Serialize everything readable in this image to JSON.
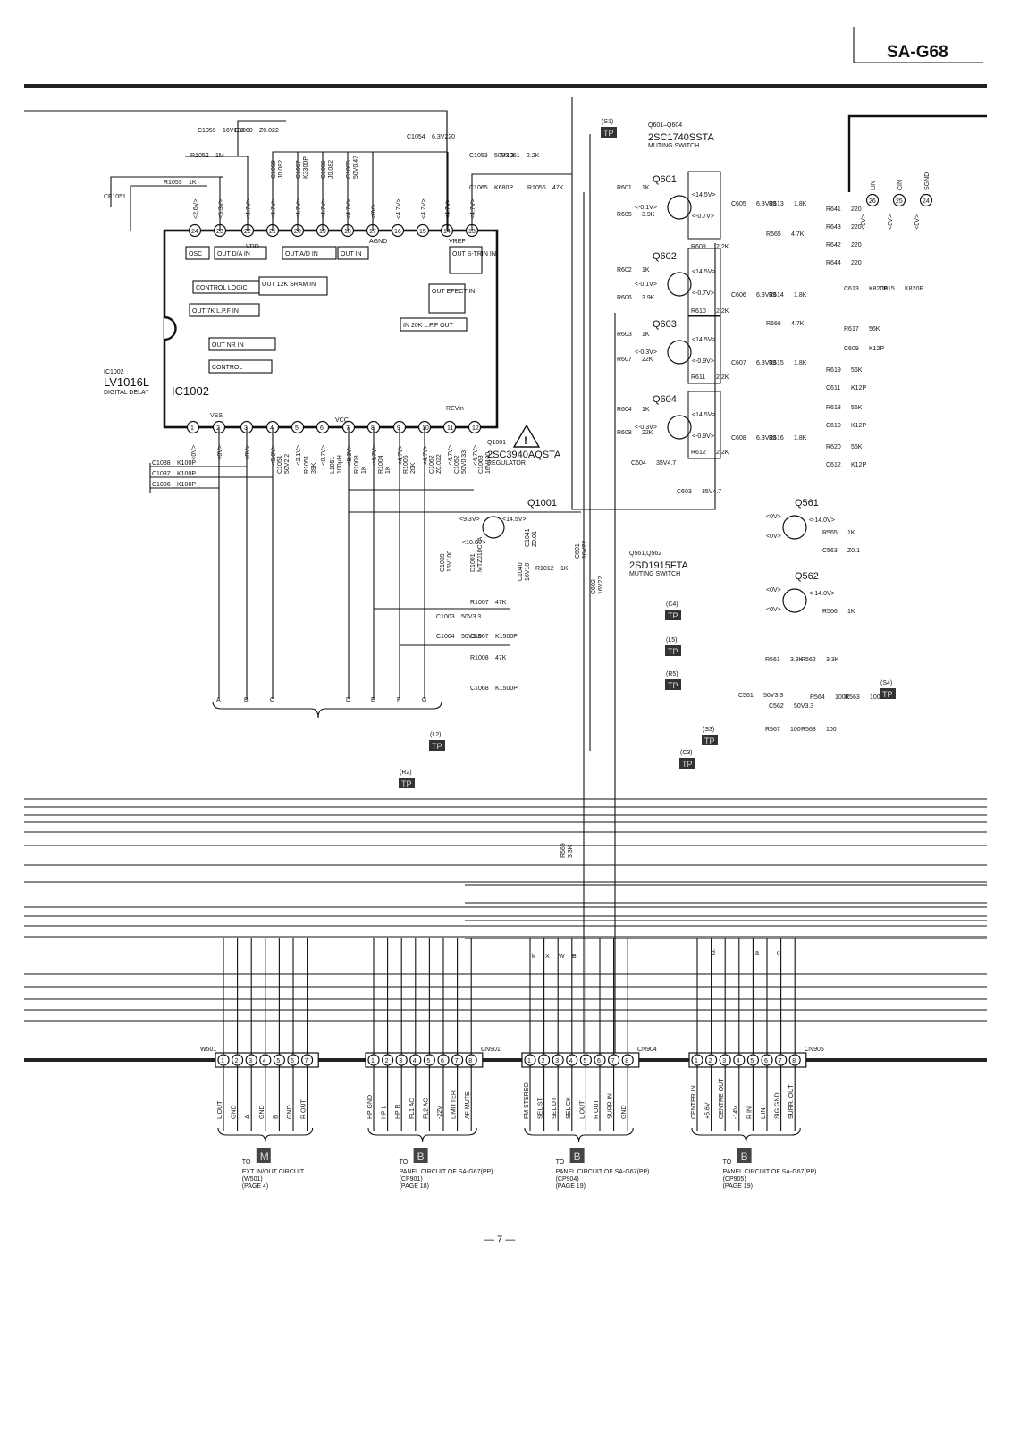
{
  "header": {
    "model": "SA-G68"
  },
  "footer": {
    "page_number": "— 7 —"
  },
  "ic1002": {
    "ref": "IC1002",
    "part": "LV1016L",
    "function": "DIGITAL DELAY",
    "inner_label": "IC1002",
    "blocks": [
      "OSC",
      "OUT D/A IN",
      "OUT A/D IN",
      "OUT IN",
      "OUT S-TRIN IN",
      "CONTROL LOGIC",
      "OUT 12K SRAM IN",
      "OUT EFECT IN",
      "OUT 7K L.P.F IN",
      "IN 20K L.P.F OUT",
      "OUT NR IN",
      "CONTROL"
    ],
    "pin_labels": {
      "vdd": "VDD",
      "agnd": "AGND",
      "vref": "VREF",
      "vss": "VSS",
      "vcc": "VCC",
      "revin": "REVin"
    },
    "top_pins": [
      {
        "n": "24",
        "v": "<2.6V>"
      },
      {
        "n": "23",
        "v": "<5.3V>"
      },
      {
        "n": "22",
        "v": "<4.7V>"
      },
      {
        "n": "21",
        "v": "<4.7V>"
      },
      {
        "n": "20",
        "v": "<4.7V>"
      },
      {
        "n": "19",
        "v": "<4.7V>"
      },
      {
        "n": "18",
        "v": "<4.7V>"
      },
      {
        "n": "17",
        "v": "<0V>"
      },
      {
        "n": "16",
        "v": "<4.7V>"
      },
      {
        "n": "15",
        "v": "<4.7V>"
      },
      {
        "n": "14",
        "v": "<4.7V>"
      },
      {
        "n": "13",
        "v": "<4.7V>"
      }
    ],
    "bottom_pins": [
      {
        "n": "1",
        "v": "<0V>"
      },
      {
        "n": "2",
        "v": "<0V>"
      },
      {
        "n": "3",
        "v": "<0V>"
      },
      {
        "n": "4",
        "v": "<5.0V>"
      },
      {
        "n": "5",
        "v": "<2.1V>"
      },
      {
        "n": "6",
        "v": "<0.7V>"
      },
      {
        "n": "7",
        "v": "<9.3V>"
      },
      {
        "n": "8",
        "v": "<4.7V>"
      },
      {
        "n": "9",
        "v": "<4.7V>"
      },
      {
        "n": "10",
        "v": "<4.7V>"
      },
      {
        "n": "11",
        "v": "<4.7V>"
      },
      {
        "n": "12",
        "v": "<4.7V>"
      }
    ]
  },
  "components": [
    {
      "ref": "C1059",
      "val": "16V100"
    },
    {
      "ref": "C1060",
      "val": "Z0.022"
    },
    {
      "ref": "C1054",
      "val": "6.3V220"
    },
    {
      "ref": "R1052",
      "val": "1M"
    },
    {
      "ref": "R1053",
      "val": "1K"
    },
    {
      "ref": "CF1051",
      "val": ""
    },
    {
      "ref": "C1058",
      "val": "J0.082"
    },
    {
      "ref": "C1057",
      "val": "K3300P"
    },
    {
      "ref": "C1056",
      "val": "J0.082"
    },
    {
      "ref": "C1055",
      "val": "50V0.47"
    },
    {
      "ref": "C1053",
      "val": "50V3.3"
    },
    {
      "ref": "R1061",
      "val": "2.2K"
    },
    {
      "ref": "C1065",
      "val": "K680P"
    },
    {
      "ref": "R1056",
      "val": "47K"
    },
    {
      "ref": "C1038",
      "val": "K100P"
    },
    {
      "ref": "C1037",
      "val": "K100P"
    },
    {
      "ref": "C1036",
      "val": "K100P"
    },
    {
      "ref": "C1051",
      "val": "50V2.2"
    },
    {
      "ref": "R1051",
      "val": "39K"
    },
    {
      "ref": "L1051",
      "val": "100μH"
    },
    {
      "ref": "R1003",
      "val": "1K"
    },
    {
      "ref": "R1004",
      "val": "1K"
    },
    {
      "ref": "R1005",
      "val": "20K"
    },
    {
      "ref": "C1062",
      "val": "Z0.022"
    },
    {
      "ref": "C1052",
      "val": "50V0.33"
    },
    {
      "ref": "C1063",
      "val": "16V100"
    },
    {
      "ref": "C1039",
      "val": "16V100"
    },
    {
      "ref": "D1001",
      "val": "MTZJ10CTA"
    },
    {
      "ref": "C1041",
      "val": "Z0.01"
    },
    {
      "ref": "C1040",
      "val": "16V10"
    },
    {
      "ref": "R1012",
      "val": "1K"
    },
    {
      "ref": "R1007",
      "val": "47K"
    },
    {
      "ref": "C1003",
      "val": "50V3.3"
    },
    {
      "ref": "C1067",
      "val": "K1500P"
    },
    {
      "ref": "C1004",
      "val": "50V3.3"
    },
    {
      "ref": "R1008",
      "val": "47K"
    },
    {
      "ref": "C1068",
      "val": "K1500P"
    },
    {
      "ref": "C601",
      "val": "16V22"
    },
    {
      "ref": "C602",
      "val": "16V22"
    },
    {
      "ref": "R601",
      "val": "1K"
    },
    {
      "ref": "R605",
      "val": "3.9K"
    },
    {
      "ref": "R609",
      "val": "2.2K"
    },
    {
      "ref": "R602",
      "val": "1K"
    },
    {
      "ref": "R606",
      "val": "3.9K"
    },
    {
      "ref": "R610",
      "val": "2.2K"
    },
    {
      "ref": "R603",
      "val": "1K"
    },
    {
      "ref": "R607",
      "val": "22K"
    },
    {
      "ref": "R611",
      "val": "2.2K"
    },
    {
      "ref": "R604",
      "val": "1K"
    },
    {
      "ref": "R608",
      "val": "22K"
    },
    {
      "ref": "R612",
      "val": "2.2K"
    },
    {
      "ref": "C604",
      "val": "35V4.7"
    },
    {
      "ref": "C603",
      "val": "35V4.7"
    },
    {
      "ref": "C605",
      "val": "6.3V33"
    },
    {
      "ref": "R613",
      "val": "1.8K"
    },
    {
      "ref": "R665",
      "val": "4.7K"
    },
    {
      "ref": "C606",
      "val": "6.3V33"
    },
    {
      "ref": "R614",
      "val": "1.8K"
    },
    {
      "ref": "R666",
      "val": "4.7K"
    },
    {
      "ref": "C607",
      "val": "6.3V33"
    },
    {
      "ref": "R615",
      "val": "1.8K"
    },
    {
      "ref": "C608",
      "val": "6.3V33"
    },
    {
      "ref": "R616",
      "val": "1.8K"
    },
    {
      "ref": "R641",
      "val": "220"
    },
    {
      "ref": "R643",
      "val": "220"
    },
    {
      "ref": "R642",
      "val": "220"
    },
    {
      "ref": "R644",
      "val": "220"
    },
    {
      "ref": "C613",
      "val": "K820P"
    },
    {
      "ref": "C615",
      "val": "K820P"
    },
    {
      "ref": "R617",
      "val": "56K"
    },
    {
      "ref": "C609",
      "val": "K12P"
    },
    {
      "ref": "R619",
      "val": "56K"
    },
    {
      "ref": "C611",
      "val": "K12P"
    },
    {
      "ref": "R618",
      "val": "56K"
    },
    {
      "ref": "C610",
      "val": "K12P"
    },
    {
      "ref": "R620",
      "val": "56K"
    },
    {
      "ref": "C612",
      "val": "K12P"
    },
    {
      "ref": "R565",
      "val": "1K"
    },
    {
      "ref": "C563",
      "val": "Z0.1"
    },
    {
      "ref": "R566",
      "val": "1K"
    },
    {
      "ref": "R561",
      "val": "3.3K"
    },
    {
      "ref": "R562",
      "val": "3.3K"
    },
    {
      "ref": "R564",
      "val": "100K"
    },
    {
      "ref": "R563",
      "val": "100K"
    },
    {
      "ref": "C561",
      "val": "50V3.3"
    },
    {
      "ref": "C562",
      "val": "50V3.3"
    },
    {
      "ref": "R567",
      "val": "100"
    },
    {
      "ref": "R568",
      "val": "100"
    },
    {
      "ref": "R569",
      "val": "3.3K"
    }
  ],
  "q1001": {
    "ref": "Q1001",
    "part": "2SC3940AQSTA",
    "function": "REGULATOR",
    "v_in": "<14.5V>",
    "v_out": "<9.3V>",
    "v_base": "<10.0V>"
  },
  "q601_604": {
    "refs": "Q601–Q604",
    "part": "2SC1740SSTA",
    "function": "MUTING SWITCH",
    "transistors": [
      {
        "ref": "Q601",
        "vb": "<-0.1V>",
        "vc": "<14.5V>",
        "ve": "<-0.7V>"
      },
      {
        "ref": "Q602",
        "vb": "<-0.1V>",
        "vc": "<14.5V>",
        "ve": "<-0.7V>"
      },
      {
        "ref": "Q603",
        "vb": "<-0.3V>",
        "vc": "<14.5V>",
        "ve": "<-0.9V>"
      },
      {
        "ref": "Q604",
        "vb": "<-0.3V>",
        "vc": "<14.5V>",
        "ve": "<-0.9V>"
      }
    ]
  },
  "q561_562": {
    "refs": "Q561,Q562",
    "part": "2SD1915FTA",
    "function": "MUTING SWITCH",
    "transistors": [
      {
        "ref": "Q561",
        "v1": "<0V>",
        "v2": "<0V>",
        "v3": "<-14.0V>"
      },
      {
        "ref": "Q562",
        "v1": "<0V>",
        "v2": "<0V>",
        "v3": "<-14.0V>"
      }
    ]
  },
  "right_ic_pins": [
    {
      "n": "26",
      "name": "LIN",
      "v": "<0V>"
    },
    {
      "n": "25",
      "name": "CIN",
      "v": "<0V>"
    },
    {
      "n": "24",
      "name": "SGND",
      "v": "<0V>"
    }
  ],
  "test_points": [
    {
      "id": "(S1)",
      "label": "TP"
    },
    {
      "id": "(C4)",
      "label": "TP"
    },
    {
      "id": "(L5)",
      "label": "TP"
    },
    {
      "id": "(R5)",
      "label": "TP"
    },
    {
      "id": "(S4)",
      "label": "TP"
    },
    {
      "id": "(S3)",
      "label": "TP"
    },
    {
      "id": "(C3)",
      "label": "TP"
    },
    {
      "id": "(L2)",
      "label": "TP"
    },
    {
      "id": "(R2)",
      "label": "TP"
    }
  ],
  "bus_letters_left": [
    "A",
    "B",
    "C",
    "D",
    "E",
    "F",
    "G"
  ],
  "bus_letters_mid": [
    "k",
    "X",
    "W",
    "B"
  ],
  "bus_letters_right": [
    "d",
    "a",
    "c"
  ],
  "connectors": [
    {
      "ref": "W501",
      "pins": [
        "L OUT",
        "GND",
        "A",
        "GND",
        "B",
        "GND",
        "R OUT"
      ],
      "dest_to": "TO",
      "dest_badge": "M",
      "dest_text": "EXT IN/OUT CIRCUIT",
      "dest_ref": "(W501)",
      "dest_page": "(PAGE 4)"
    },
    {
      "ref": "CN901",
      "pins": [
        "HP GND",
        "HP L",
        "HP R",
        "FL1 AC",
        "FL2 AC",
        "-22V",
        "LIMITTER",
        "AF MUTE"
      ],
      "dest_to": "TO",
      "dest_badge": "B",
      "dest_text": "PANEL CIRCUIT OF SA-G67(PP)",
      "dest_ref": "(CP901)",
      "dest_page": "(PAGE 18)"
    },
    {
      "ref": "CN904",
      "pins": [
        "FM STEREO",
        "SEL ST",
        "SEL DT",
        "SEL CK",
        "L OUT",
        "R OUT",
        "SURR IN",
        "GND"
      ],
      "dest_to": "TO",
      "dest_badge": "B",
      "dest_text": "PANEL CIRCUIT OF SA-G67(PP)",
      "dest_ref": "(CP904)",
      "dest_page": "(PAGE 19)"
    },
    {
      "ref": "CN905",
      "pins": [
        "CENTER IN",
        "+5.6V",
        "CENTRE OUT",
        "-14V",
        "R IN",
        "L IN",
        "SIG GND",
        "SURR. OUT"
      ],
      "dest_to": "TO",
      "dest_badge": "B",
      "dest_text": "PANEL CIRCUIT OF SA-G67(PP)",
      "dest_ref": "(CP905)",
      "dest_page": "(PAGE 19)"
    }
  ]
}
